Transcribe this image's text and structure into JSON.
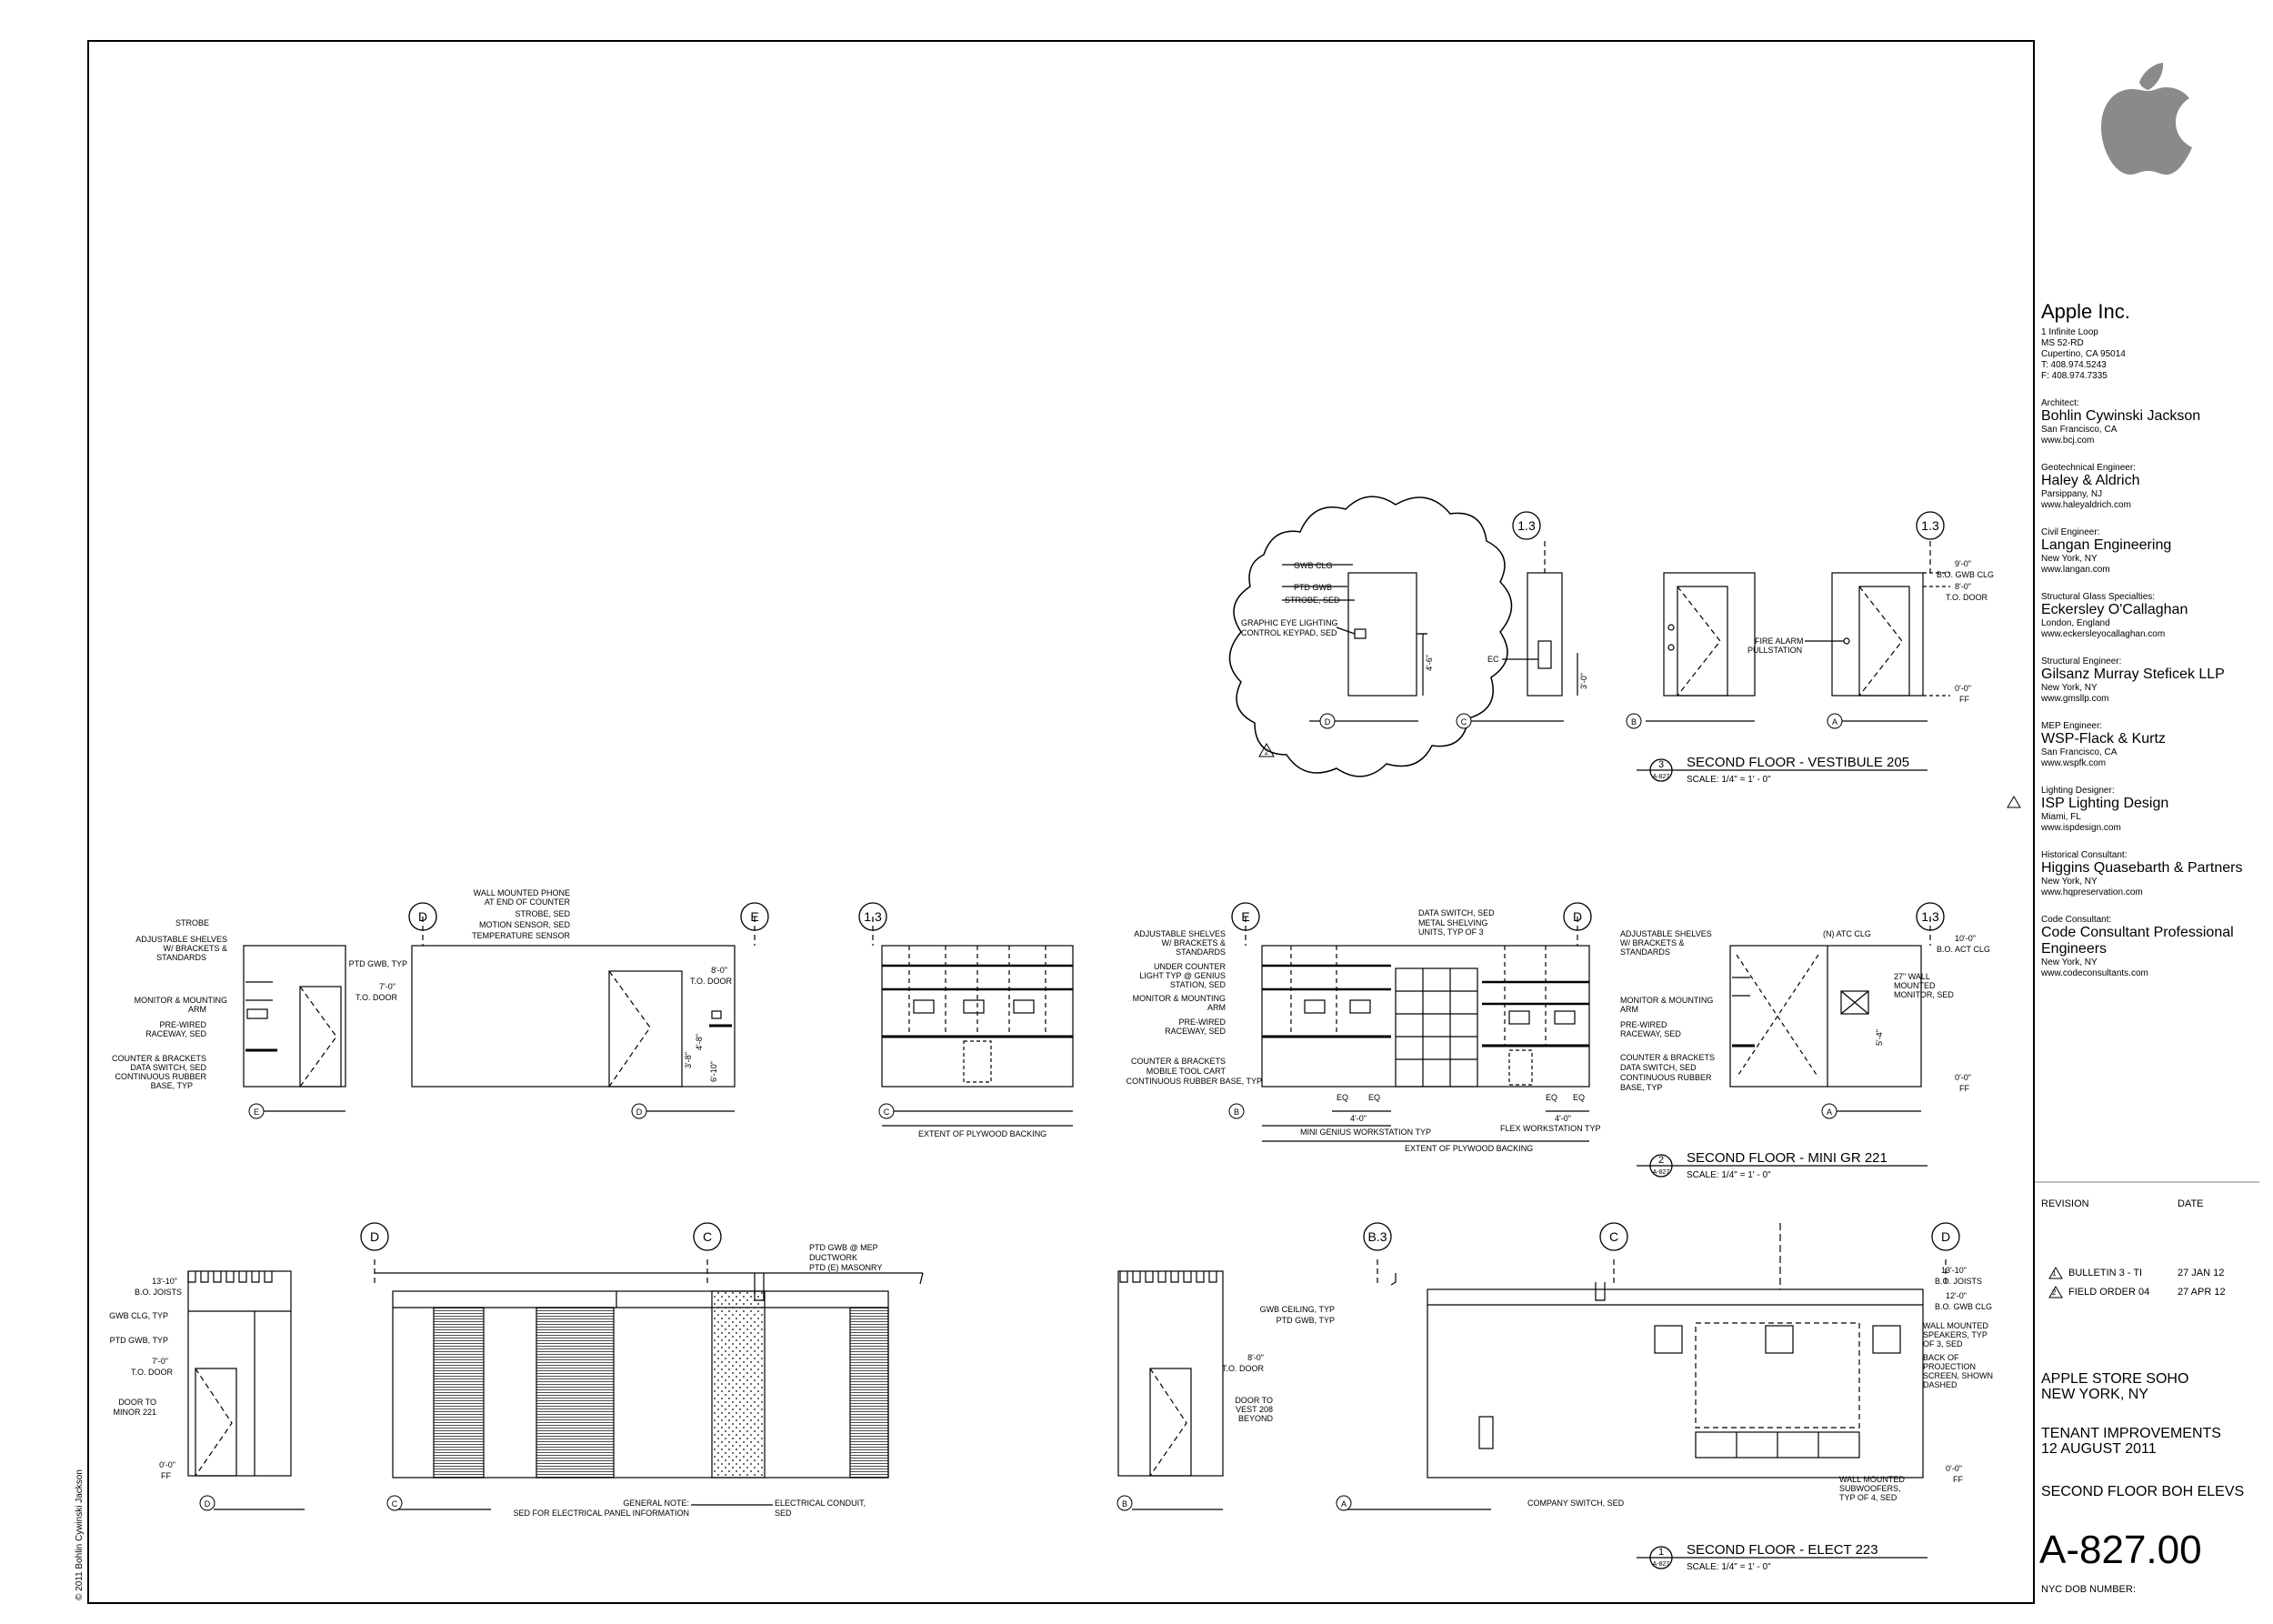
{
  "logo": "apple-logo",
  "company": {
    "name": "Apple Inc.",
    "address": [
      "1 Infinite Loop",
      "MS 52-RD",
      "Cupertino, CA 95014",
      "T: 408.974.5243",
      "F: 408.974.7335"
    ]
  },
  "consultants": [
    {
      "role": "Architect:",
      "firm": "Bohlin Cywinski Jackson",
      "location": "San Francisco, CA",
      "web": "www.bcj.com"
    },
    {
      "role": "Geotechnical Engineer:",
      "firm": "Haley & Aldrich",
      "location": "Parsippany, NJ",
      "web": "www.haleyaldrich.com"
    },
    {
      "role": "Civil Engineer:",
      "firm": "Langan Engineering",
      "location": "New York, NY",
      "web": "www.langan.com"
    },
    {
      "role": "Structural Glass Specialties:",
      "firm": "Eckersley O'Callaghan",
      "location": "London, England",
      "web": "www.eckersleyocallaghan.com"
    },
    {
      "role": "Structural Engineer:",
      "firm": "Gilsanz Murray Steficek LLP",
      "location": "New York, NY",
      "web": "www.gmsllp.com"
    },
    {
      "role": "MEP Engineer:",
      "firm": "WSP-Flack & Kurtz",
      "location": "San Francisco, CA",
      "web": "www.wspfk.com"
    },
    {
      "role": "Lighting Designer:",
      "firm": "ISP Lighting Design",
      "location": "Miami, FL",
      "web": "www.ispdesign.com"
    },
    {
      "role": "Historical Consultant:",
      "firm": "Higgins Quasebarth & Partners",
      "location": "New York, NY",
      "web": "www.hqpreservation.com"
    },
    {
      "role": "Code Consultant:",
      "firm": "Code Consultant Professional Engineers",
      "location": "New York, NY",
      "web": "www.codeconsultants.com"
    }
  ],
  "revision": {
    "revision_header": "REVISION",
    "date_header": "DATE",
    "items": [
      {
        "mark": "1",
        "label": "BULLETIN 3 - TI",
        "date": "27 JAN 12"
      },
      {
        "mark": "2",
        "label": "FIELD ORDER 04",
        "date": "27 APR 12"
      }
    ]
  },
  "project": {
    "name": "APPLE STORE SOHO",
    "city": "NEW YORK, NY",
    "phase": "TENANT IMPROVEMENTS",
    "date": "12 AUGUST 2011",
    "sheet_title": "SECOND FLOOR BOH ELEVS",
    "sheet_number": "A-827.00",
    "dob_label": "NYC DOB NUMBER:"
  },
  "copyright": "© 2011 Bohlin Cywinski Jackson",
  "drawings": {
    "vestibule": {
      "number": "3",
      "sheet_ref": "A-827",
      "title": "SECOND FLOOR - VESTIBULE 205",
      "scale": "SCALE:  1/4\" = 1' - 0\"",
      "grid_13": "1.3",
      "cloud_notes": [
        "GWB CLG",
        "PTD GWB",
        "STROBE, SED",
        "GRAPHIC EYE LIGHTING",
        "CONTROL KEYPAD, SED"
      ],
      "dim_46": "4'-6\"",
      "dim_30": "3'-0\"",
      "ec": "EC",
      "grid_d": "D",
      "grid_c": "C",
      "grid_b": "B",
      "grid_a": "A",
      "fire_alarm": [
        "FIRE ALARM",
        "PULLSTATION"
      ],
      "lvl1": "9'-0\"",
      "lvl1b": "B.O. GWB CLG",
      "lvl2": "8'-0\"",
      "lvl2b": "T.O. DOOR",
      "lvl3": "0'-0\"",
      "lvl3b": "FF",
      "delta": "2"
    },
    "mini_gr": {
      "number": "2",
      "sheet_ref": "A-827",
      "title": "SECOND FLOOR - MINI GR 221",
      "scale": "SCALE:  1/4\" = 1' - 0\"",
      "left_notes": [
        "STROBE",
        "ADJUSTABLE SHELVES",
        "W/ BRACKETS &",
        "STANDARDS",
        "MONITOR & MOUNTING",
        "ARM",
        "PRE-WIRED",
        "RACEWAY, SED",
        "COUNTER & BRACKETS",
        "DATA SWITCH, SED",
        "CONTINUOUS RUBBER",
        "BASE, TYP"
      ],
      "ptd_gwb": "PTD GWB, TYP",
      "lvl_70": "7'-0\"",
      "lvl_70b": "T.O. DOOR",
      "lvl_80": "8'-0\"",
      "lvl_80b": "T.O. DOOR",
      "wall_notes": [
        "WALL MOUNTED PHONE",
        "AT END OF COUNTER",
        "STROBE, SED",
        "MOTION SENSOR, SED",
        "TEMPERATURE SENSOR"
      ],
      "dim_38": "3'-8\"",
      "dim_48": "4'-8\"",
      "dim_610": "6'-10\"",
      "grid_d": "D",
      "grid_e": "E",
      "grid_13": "1.3",
      "grid_c": "C",
      "grid_b": "B",
      "grid_a": "A",
      "mid_notes": [
        "ADJUSTABLE SHELVES",
        "W/ BRACKETS &",
        "STANDARDS",
        "UNDER COUNTER",
        "LIGHT TYP @ GENIUS",
        "STATION, SED",
        "MONITOR & MOUNTING",
        "ARM",
        "PRE-WIRED",
        "RACEWAY, SED",
        "COUNTER & BRACKETS",
        "MOBILE TOOL CART",
        "CONTINUOUS RUBBER BASE, TYP"
      ],
      "top_notes": [
        "DATA SWITCH, SED",
        "METAL SHELVING",
        "UNITS, TYP OF 3"
      ],
      "right_notes": [
        "ADJUSTABLE SHELVES",
        "W/ BRACKETS &",
        "STANDARDS",
        "MONITOR & MOUNTING",
        "ARM",
        "PRE-WIRED",
        "RACEWAY, SED",
        "COUNTER & BRACKETS",
        "DATA SWITCH, SED",
        "CONTINUOUS RUBBER",
        "BASE, TYP"
      ],
      "eq": "EQ",
      "dim_40": "4'-0\"",
      "mini_ws": "MINI GENIUS WORKSTATION TYP",
      "flex_ws": "FLEX WORKSTATION TYP",
      "extent": "EXTENT OF PLYWOOD BACKING",
      "act_clg": "(N) ATC CLG",
      "monitor27": [
        "27\" WALL",
        "MOUNTED",
        "MONITOR, SED"
      ],
      "dim_54": "5'-4\"",
      "lvl_100": "10'-0\"",
      "lvl_100b": "B.O. ACT CLG",
      "lvl_0": "0'-0\"",
      "lvl_0b": "FF"
    },
    "elect": {
      "number": "1",
      "sheet_ref": "A-827",
      "title": "SECOND FLOOR - ELECT 223",
      "scale": "SCALE:  1/4\" = 1' - 0\"",
      "lvl_1310": "13'-10\"",
      "lvl_1310b": "B.O. JOISTS",
      "gwb_clg": "GWB CLG, TYP",
      "ptd_gwb": "PTD GWB, TYP",
      "lvl_70": "7'-0\"",
      "lvl_70b": "T.O. DOOR",
      "door_minor": [
        "DOOR TO",
        "MINOR 221"
      ],
      "lvl_0": "0'-0\"",
      "lvl_0b": "FF",
      "grid_d": "D",
      "grid_c": "C",
      "grid_b3": "B.3",
      "grid_b": "B",
      "grid_a": "A",
      "ptd_mep": [
        "PTD GWB @ MEP",
        "DUCTWORK",
        "PTD (E) MASONRY"
      ],
      "general_note": [
        "GENERAL NOTE:",
        "SED FOR ELECTRICAL PANEL INFORMATION"
      ],
      "conduit": [
        "ELECTRICAL CONDUIT,",
        "SED"
      ],
      "gwb_ceiling": "GWB CEILING, TYP",
      "ptd_gwb2": "PTD GWB, TYP",
      "lvl_80": "8'-0\"",
      "lvl_80b": "T.O. DOOR",
      "door_vest": [
        "DOOR TO",
        "VEST 208",
        "BEYOND"
      ],
      "lvl_120": "12'-0\"",
      "lvl_120b": "B.O. GWB CLG",
      "speakers": [
        "WALL MOUNTED",
        "SPEAKERS, TYP",
        "OF 3, SED"
      ],
      "screen": [
        "BACK OF",
        "PROJECTION",
        "SCREEN, SHOWN",
        "DASHED"
      ],
      "subwoofers": [
        "WALL MOUNTED",
        "SUBWOOFERS,",
        "TYP OF 4, SED"
      ],
      "company_switch": "COMPANY SWITCH, SED"
    }
  }
}
